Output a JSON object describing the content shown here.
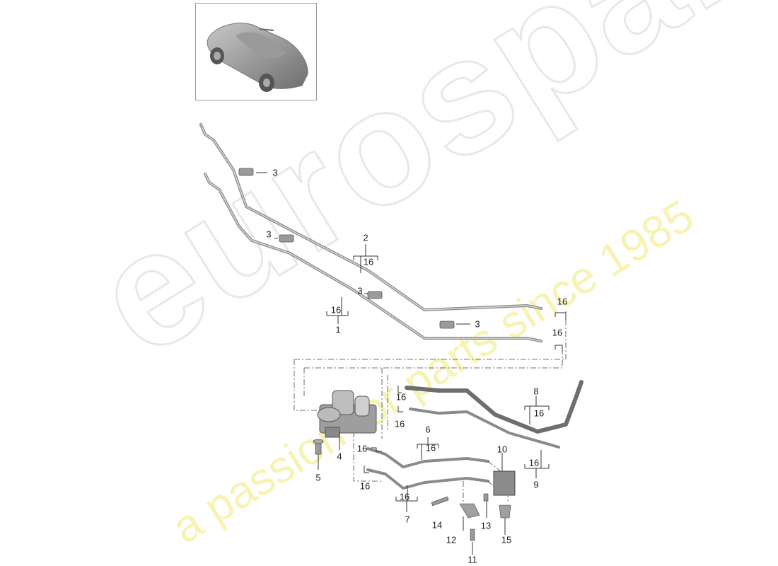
{
  "diagram": {
    "type": "parts-catalog-exploded-view",
    "subject": "Hydraulic lines / valve block assembly",
    "thumbnail": {
      "icon": "car-thumbnail-icon",
      "description": "Sports coupe vehicle overview"
    }
  },
  "watermark": {
    "brand": "eurospares",
    "tagline": "a passion for parts since 1985",
    "brand_color": "#e8e8e8",
    "tagline_color": "#f6f3b4"
  },
  "labels": {
    "l1": "1",
    "l2": "2",
    "l3a": "3",
    "l3b": "3",
    "l3c": "3",
    "l3d": "3",
    "l4": "4",
    "l5": "5",
    "l6": "6",
    "l7": "7",
    "l8": "8",
    "l9": "9",
    "l10": "10",
    "l11": "11",
    "l12": "12",
    "l13": "13",
    "l14": "14",
    "l15": "15",
    "s16_1": "16",
    "s16_2": "16",
    "s16_a": "16",
    "s16_b": "16",
    "s16_c": "16",
    "s16_d": "16",
    "s16_e": "16",
    "s16_f": "16",
    "s16_6": "16",
    "s16_7": "16",
    "s16_8": "16",
    "s16_9": "16"
  },
  "colors": {
    "line": "#333333",
    "part": "#8a8a8a",
    "pipe": "#a8a8a8"
  }
}
